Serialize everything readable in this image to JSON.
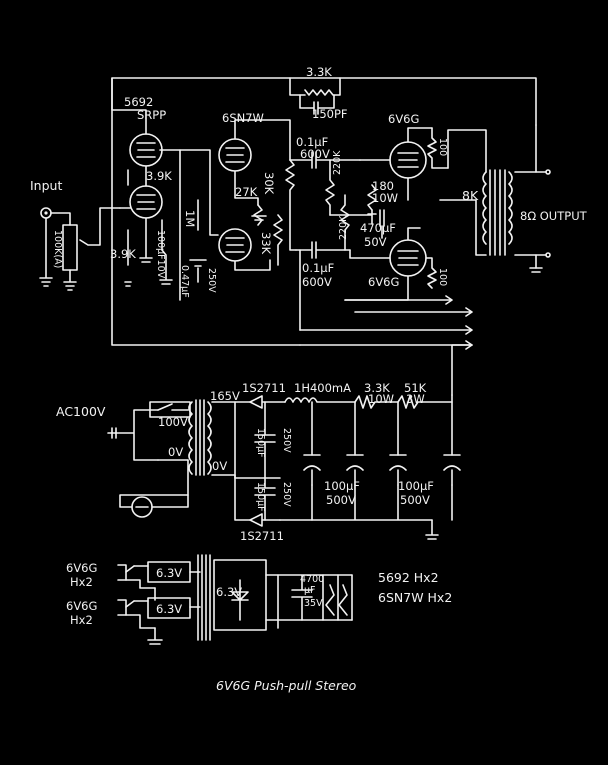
{
  "title": "6V6G Push-pull Stereo",
  "colors": {
    "background": "#000000",
    "ink": "#f2f2f2"
  },
  "labels": {
    "input": "Input",
    "pot": "100K(A)",
    "tube_5692": "5692",
    "tube_5692_sub": "SRPP",
    "r_39k_top": "3.9K",
    "r_39k_bot": "3.9K",
    "c_100uf_10v": "100μF10V",
    "tube_6sn7w": "6SN7W",
    "r_1m": "1M",
    "c_047": "0.47μF",
    "c_047_v": "250V",
    "r_27k": "27K",
    "r_30k": "30K",
    "r_33k": "33K",
    "fb_r": "3.3K",
    "fb_c": "150PF",
    "c_01_top": "0.1μF",
    "c_01_top_v": "600V",
    "c_01_bot": "0.1μF",
    "c_01_bot_v": "600V",
    "r_220k_a": "220K",
    "r_220k_b": "220K",
    "r_180": "180",
    "r_180_w": "10W",
    "c_470": "470μF",
    "c_470_v": "50V",
    "tube_6v6g_top": "6V6G",
    "tube_6v6g_bot": "6V6G",
    "r_100_top": "100",
    "r_100_bot": "100",
    "xfmr_primary": "8K",
    "xfmr_secondary": "8Ω OUTPUT",
    "ac_in": "AC100V",
    "pt_100v": "100V",
    "pt_0v": "0V",
    "pt_165v": "165V",
    "pt_0v_sec": "0V",
    "diode_top": "1S2711",
    "diode_bot": "1S2711",
    "choke": "1H400mA",
    "r_33k_10w": "3.3K",
    "r_33k_10w_w": "10W",
    "r_51k": "51K",
    "r_51k_w": "3W",
    "c_150_a": "150μF",
    "c_150_a_v": "250V",
    "c_150_b": "150μF",
    "c_150_b_v": "250V",
    "c_100_a": "100μF",
    "c_100_a_v": "500V",
    "c_100_b": "100μF",
    "c_100_b_v": "500V",
    "heater_a": "6V6G",
    "heater_a_n": "Hx2",
    "heater_b": "6V6G",
    "heater_b_n": "Hx2",
    "ht_63a": "6.3V",
    "ht_63b": "6.3V",
    "ht_63c": "6.3V",
    "c_4700": "4700",
    "c_4700_u": "μF",
    "c_4700_v": "35V",
    "dc_heater_1": "5692 Hx2",
    "dc_heater_2": "6SN7W Hx2"
  }
}
